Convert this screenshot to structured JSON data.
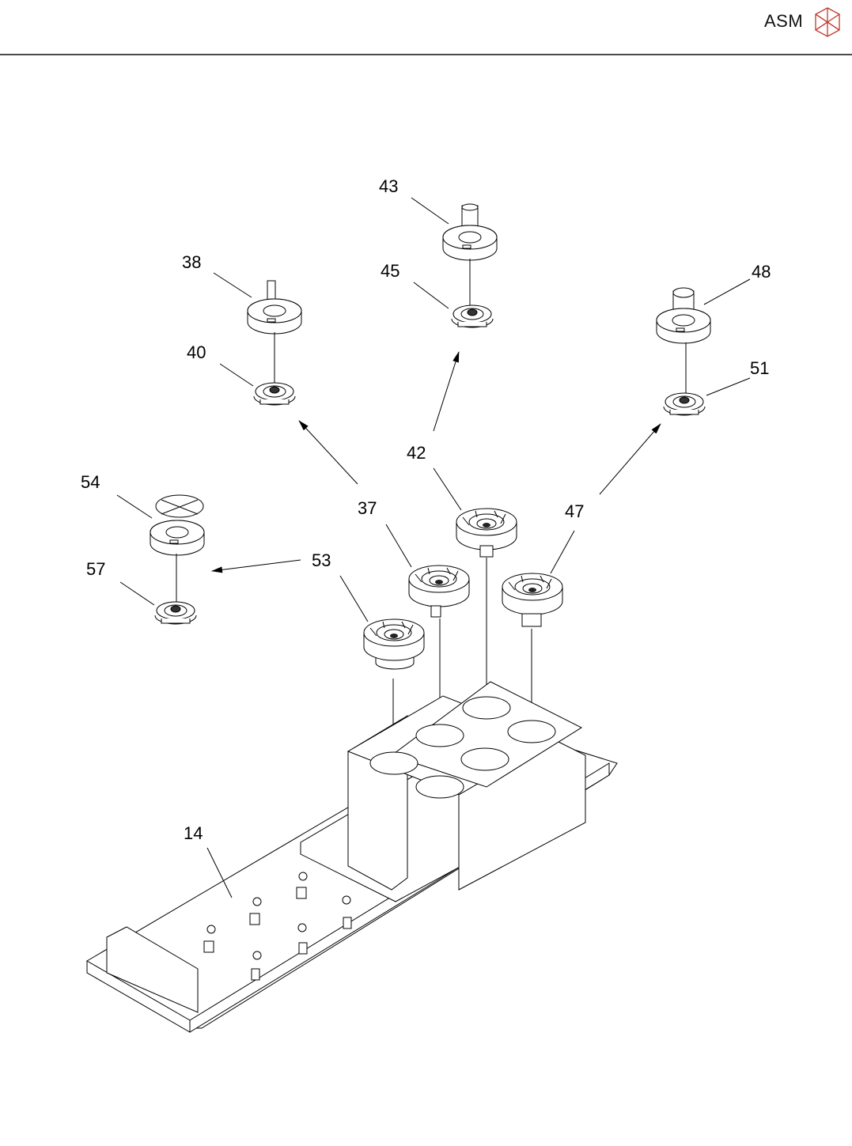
{
  "header": {
    "brand": "ASM",
    "logo_icon": "asm-cube-logo-icon",
    "logo_color": "#c0392b",
    "rule_color": "#4a4a4a"
  },
  "diagram": {
    "type": "exploded-assembly",
    "callouts": [
      {
        "id": "14",
        "label": "14",
        "part": "base-plate"
      },
      {
        "id": "37",
        "label": "37",
        "part": "nozzle-holder"
      },
      {
        "id": "38",
        "label": "38",
        "part": "nozzle-top"
      },
      {
        "id": "40",
        "label": "40",
        "part": "nozzle-clip"
      },
      {
        "id": "42",
        "label": "42",
        "part": "nozzle-holder"
      },
      {
        "id": "43",
        "label": "43",
        "part": "nozzle-top"
      },
      {
        "id": "45",
        "label": "45",
        "part": "nozzle-clip"
      },
      {
        "id": "47",
        "label": "47",
        "part": "nozzle-holder"
      },
      {
        "id": "48",
        "label": "48",
        "part": "nozzle-top"
      },
      {
        "id": "51",
        "label": "51",
        "part": "nozzle-clip"
      },
      {
        "id": "53",
        "label": "53",
        "part": "nozzle-holder"
      },
      {
        "id": "54",
        "label": "54",
        "part": "nozzle-top"
      },
      {
        "id": "57",
        "label": "57",
        "part": "nozzle-clip"
      }
    ]
  }
}
